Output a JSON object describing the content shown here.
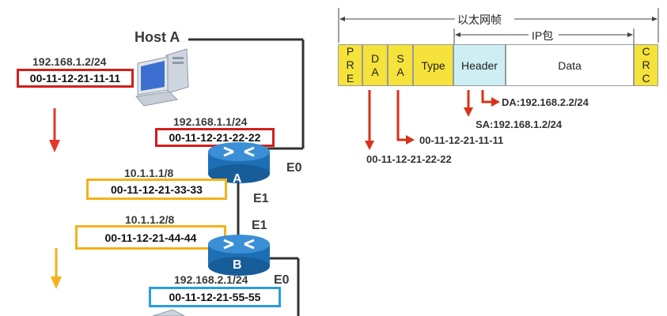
{
  "colors": {
    "mac_red": "#d21f1f",
    "mac_orange": "#f3b21c",
    "mac_blue": "#2a9de0",
    "frame_yellow": "#f5e23a",
    "frame_cyan": "#cdeff3",
    "router_blue": "#1d6fb5",
    "arrow_red": "#d8321a"
  },
  "left": {
    "host_a": {
      "title": "Host A",
      "ip": "192.168.1.2/24",
      "mac": "00-11-12-21-11-11"
    },
    "router_a": {
      "label": "A",
      "iface_e0": "E0",
      "iface_e1": "E1",
      "e0_ip": "192.168.1.1/24",
      "e0_mac": "00-11-12-21-22-22",
      "e1_ip": "10.1.1.1/8",
      "e1_mac": "00-11-12-21-33-33"
    },
    "router_b": {
      "label": "B",
      "iface_e1": "E1",
      "iface_e0": "E0",
      "e1_ip": "10.1.1.2/8",
      "e1_mac": "00-11-12-21-44-44",
      "e0_ip": "192.168.2.1/24",
      "e0_mac": "00-11-12-21-55-55"
    },
    "icons": [
      "computer-icon",
      "router-icon",
      "down-arrow-icon"
    ]
  },
  "frame": {
    "title": "以太网帧",
    "ip_title": "IP包",
    "fields": {
      "pre": [
        "P",
        "R",
        "E"
      ],
      "da": [
        "D",
        "A"
      ],
      "sa": [
        "S",
        "A"
      ],
      "type": "Type",
      "header": "Header",
      "data": "Data",
      "crc": [
        "C",
        "R",
        "C"
      ]
    },
    "annotations": {
      "da_mac": "00-11-12-21-22-22",
      "sa_mac": "00-11-12-21-11-11",
      "sa_ip": "SA:192.168.1.2/24",
      "da_ip": "DA:192.168.2.2/24"
    }
  }
}
